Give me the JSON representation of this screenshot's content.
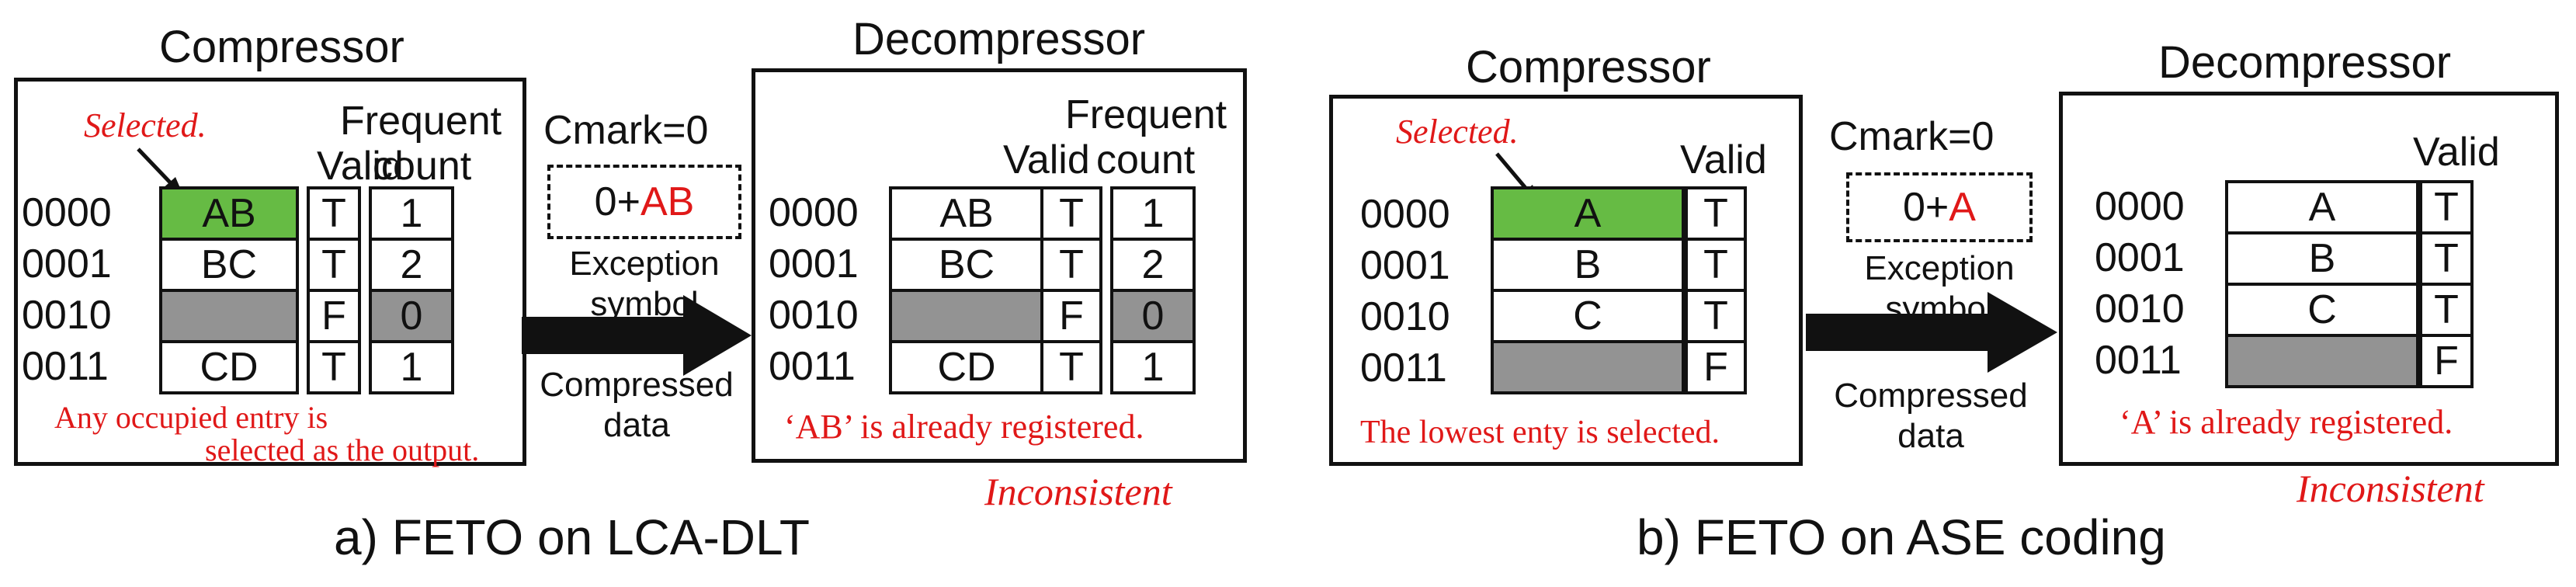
{
  "panel_a": {
    "compressor_title": "Compressor",
    "decompressor_title": "Decompressor",
    "col_valid": "Valid",
    "col_frequent": "Frequent",
    "col_count": "count",
    "selected_note": "Selected.",
    "addresses": [
      "0000",
      "0001",
      "0010",
      "0011"
    ],
    "comp_rows": [
      {
        "data": "AB",
        "valid": "T",
        "count": "1"
      },
      {
        "data": "BC",
        "valid": "T",
        "count": "2"
      },
      {
        "data": "",
        "valid": "F",
        "count": "0"
      },
      {
        "data": "CD",
        "valid": "T",
        "count": "1"
      }
    ],
    "decomp_rows": [
      {
        "data": "AB",
        "valid": "T",
        "count": "1"
      },
      {
        "data": "BC",
        "valid": "T",
        "count": "2"
      },
      {
        "data": "",
        "valid": "F",
        "count": "0"
      },
      {
        "data": "CD",
        "valid": "T",
        "count": "1"
      }
    ],
    "comp_note_1": "Any occupied entry is",
    "comp_note_2": "selected as the output.",
    "decomp_note": "‘AB’ is already registered.",
    "inconsistent": "Inconsistent",
    "cmark": "Cmark=0",
    "packet_prefix": "0+",
    "packet_symbol": "AB",
    "exception_1": "Exception",
    "exception_2": "symbol",
    "compressed_1": "Compressed",
    "compressed_2": "data",
    "caption": "a) FETO on LCA-DLT"
  },
  "panel_b": {
    "compressor_title": "Compressor",
    "decompressor_title": "Decompressor",
    "col_valid": "Valid",
    "selected_note": "Selected.",
    "addresses": [
      "0000",
      "0001",
      "0010",
      "0011"
    ],
    "comp_rows": [
      {
        "data": "A",
        "valid": "T"
      },
      {
        "data": "B",
        "valid": "T"
      },
      {
        "data": "C",
        "valid": "T"
      },
      {
        "data": "",
        "valid": "F"
      }
    ],
    "decomp_rows": [
      {
        "data": "A",
        "valid": "T"
      },
      {
        "data": "B",
        "valid": "T"
      },
      {
        "data": "C",
        "valid": "T"
      },
      {
        "data": "",
        "valid": "F"
      }
    ],
    "comp_note": "The lowest enty is selected.",
    "decomp_note": "‘A’ is already registered.",
    "inconsistent": "Inconsistent",
    "cmark": "Cmark=0",
    "packet_prefix": "0+",
    "packet_symbol": "A",
    "exception_1": "Exception",
    "exception_2": "symbol",
    "compressed_1": "Compressed",
    "compressed_2": "data",
    "caption": "b) FETO on ASE coding"
  },
  "colors": {
    "selected_fill": "#66bb44",
    "empty_fill": "#939393",
    "annotation_red": "#e01818"
  }
}
